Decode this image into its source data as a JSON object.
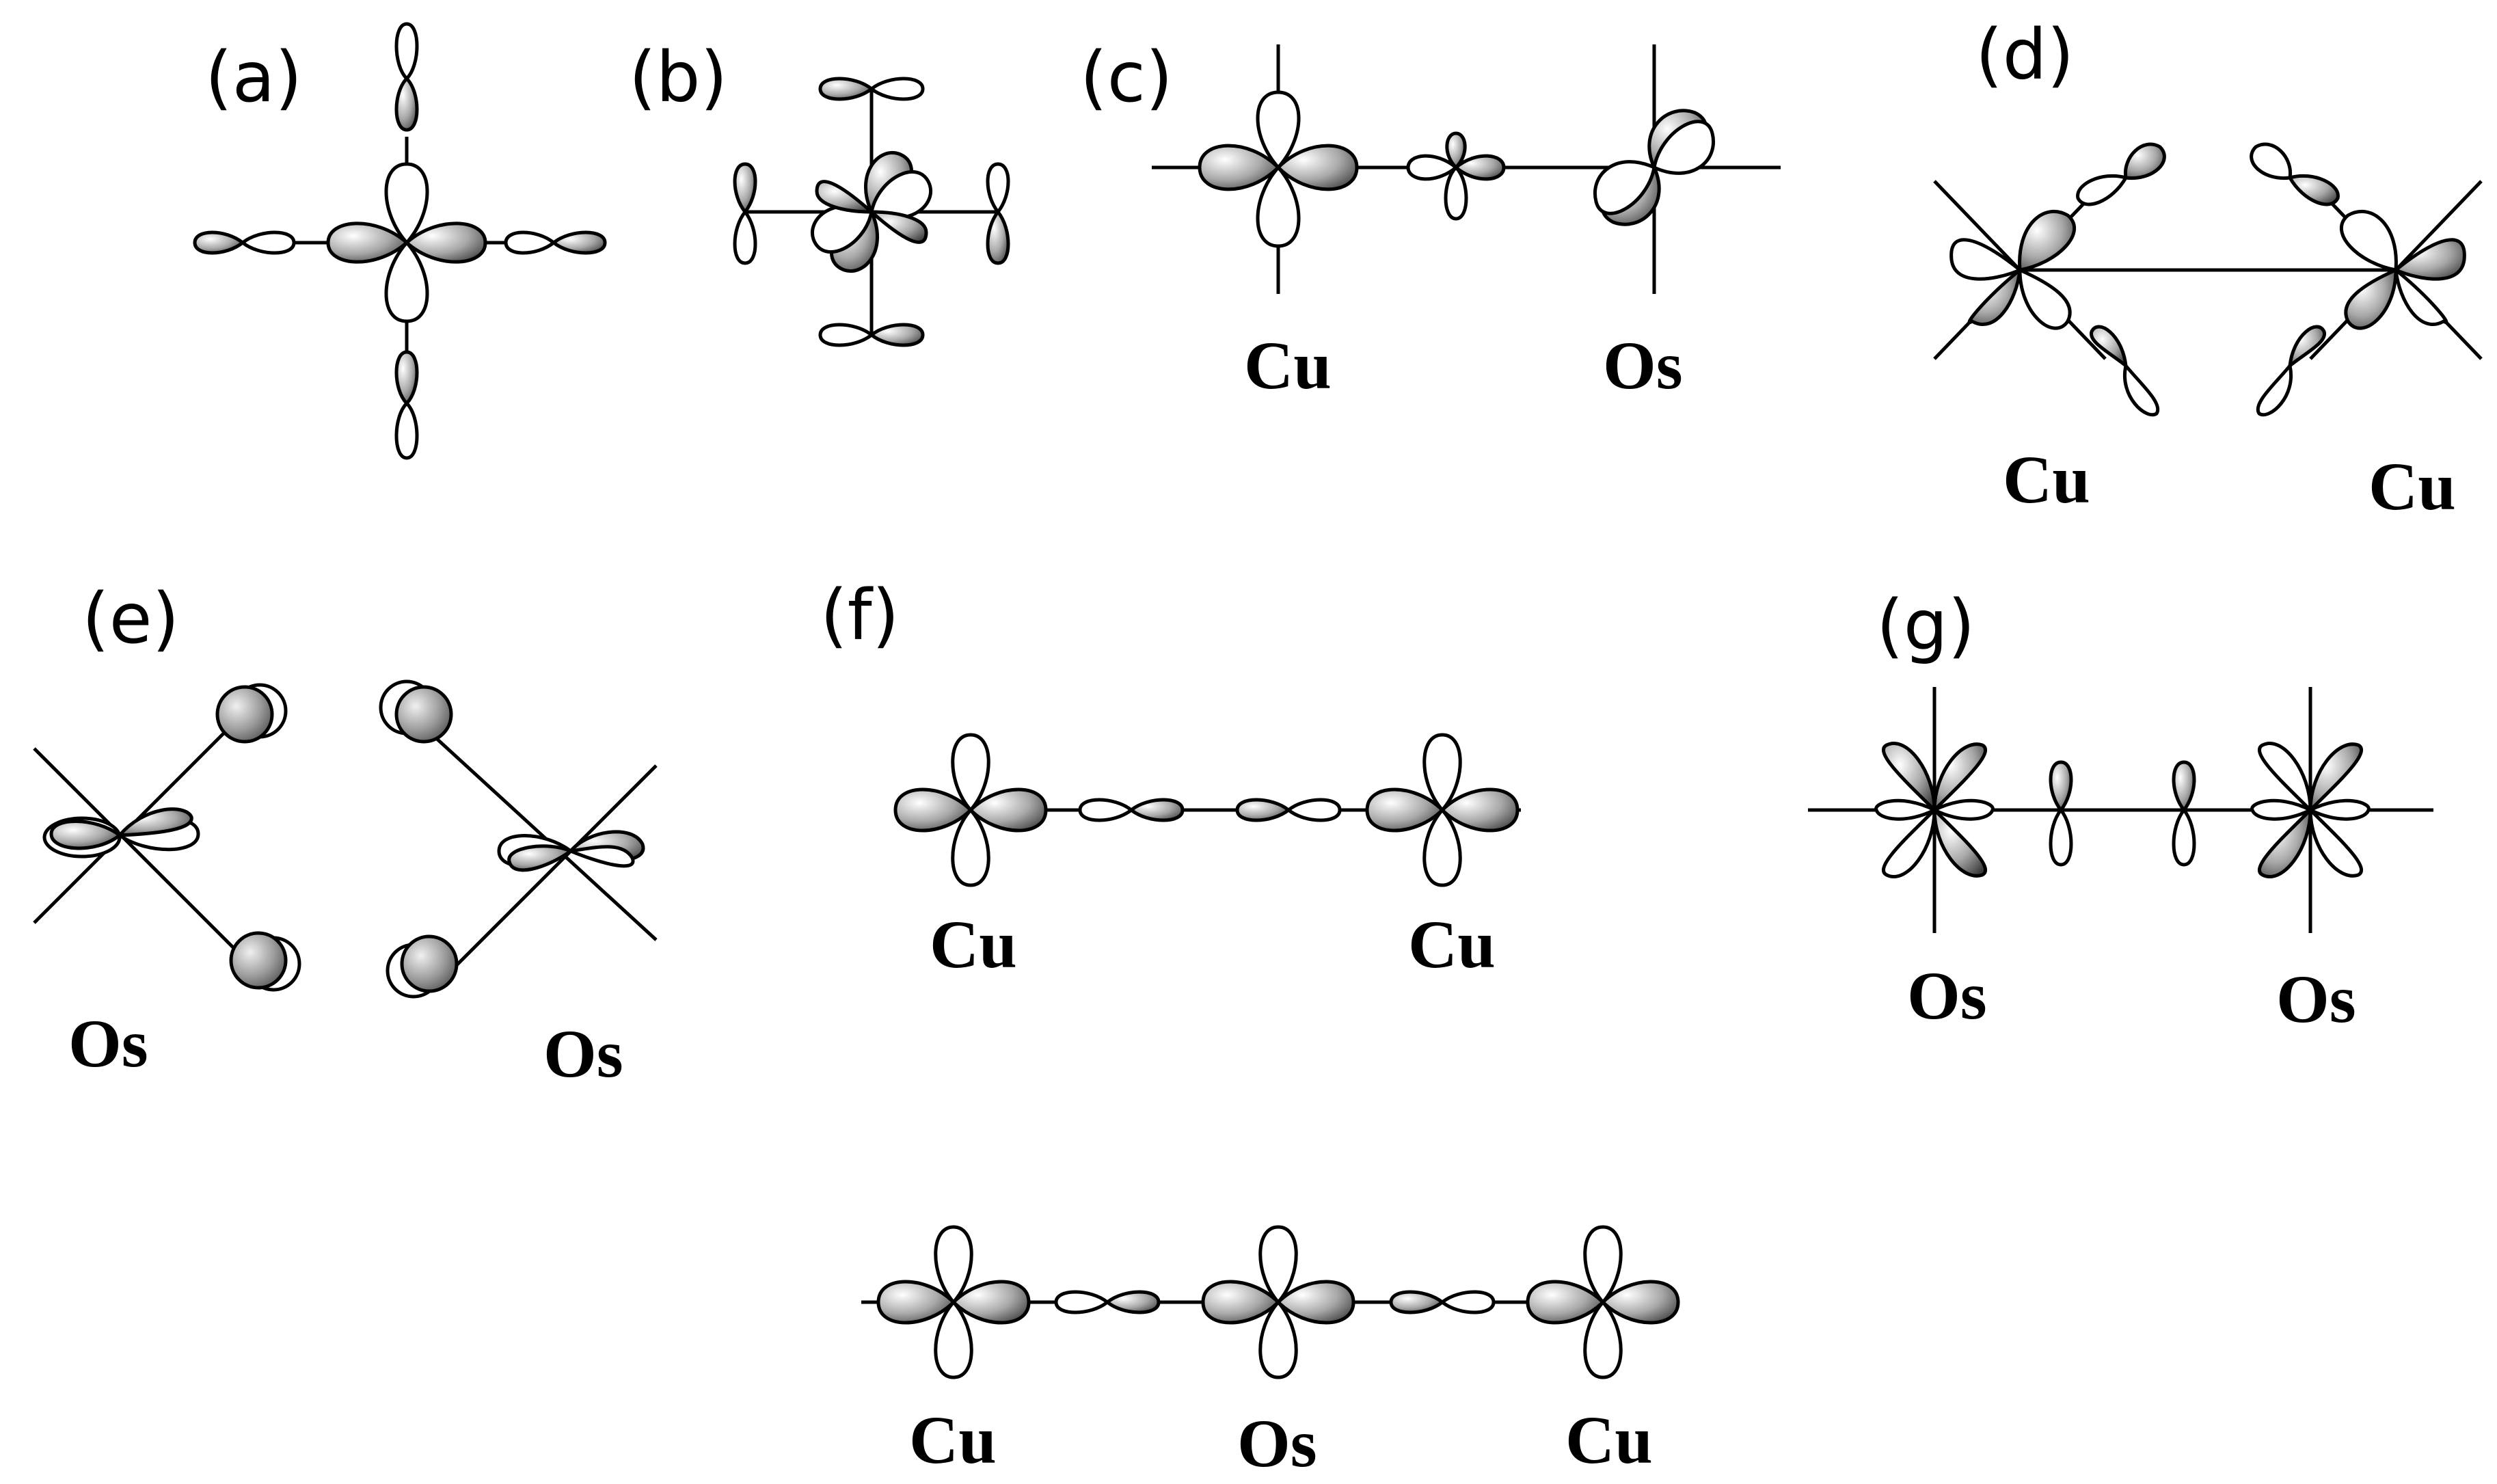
{
  "figure": {
    "panels": [
      {
        "id": "a",
        "label": "(a)",
        "atoms": []
      },
      {
        "id": "b",
        "label": "(b)",
        "atoms": []
      },
      {
        "id": "c",
        "label": "(c)",
        "atoms": [
          "Cu",
          "Os"
        ]
      },
      {
        "id": "d",
        "label": "(d)",
        "atoms": [
          "Cu",
          "Cu"
        ]
      },
      {
        "id": "e",
        "label": "(e)",
        "atoms": [
          "Os",
          "Os"
        ]
      },
      {
        "id": "f",
        "label": "(f)",
        "atoms": [
          "Cu",
          "Cu"
        ]
      },
      {
        "id": "g",
        "label": "(g)",
        "atoms": [
          "Os",
          "Os"
        ]
      },
      {
        "id": "chain",
        "label": "",
        "atoms": [
          "Cu",
          "Os",
          "Cu"
        ]
      }
    ],
    "colors": {
      "line": "#000000",
      "lobe_open": "#ffffff",
      "shade_dark": "#4a4a4a",
      "shade_light": "#ffffff"
    }
  }
}
